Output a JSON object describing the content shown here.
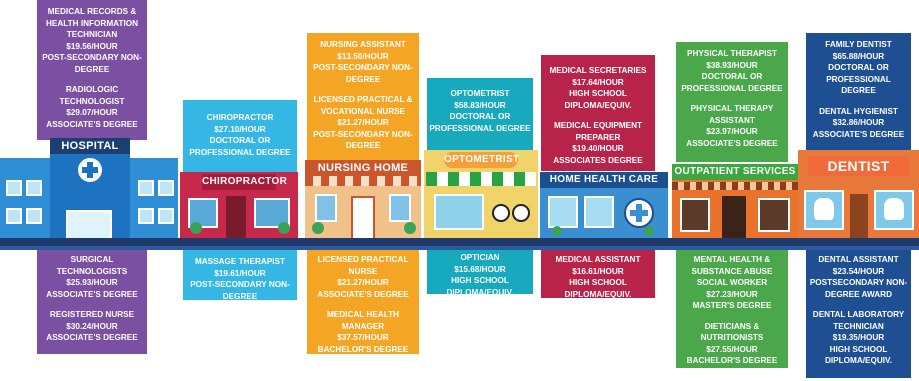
{
  "colors": {
    "purple": "#7b4fa2",
    "cyan": "#35b7e5",
    "orange": "#f5a524",
    "teal": "#17a9bd",
    "crimson": "#b8234a",
    "green": "#4aa84a",
    "navy": "#1f4f93",
    "street": "#1f3a6b"
  },
  "buildings": {
    "hospital": "HOSPITAL",
    "chiropractor": "CHIROPRACTOR",
    "nursing_home": "NURSING HOME",
    "optometrist": "OPTOMETRIST",
    "home_health_care": "HOME HEALTH CARE",
    "outpatient_services": "OUTPATIENT SERVICES",
    "dentist": "DENTIST"
  },
  "hospital": {
    "top": [
      {
        "title": "MEDICAL RECORDS & HEALTH INFORMATION TECHNICIAN",
        "wage": "$19.56/HOUR",
        "edu": "POST-SECONDARY NON-DEGREE"
      },
      {
        "title": "RADIOLOGIC TECHNOLOGIST",
        "wage": "$29.07/HOUR",
        "edu": "ASSOCIATE'S DEGREE"
      }
    ],
    "bottom": [
      {
        "title": "SURGICAL TECHNOLOGISTS",
        "wage": "$25.93/HOUR",
        "edu": "ASSOCIATE'S DEGREE"
      },
      {
        "title": "REGISTERED NURSE",
        "wage": "$30.24/HOUR",
        "edu": "ASSOCIATE'S DEGREE"
      }
    ]
  },
  "chiropractor": {
    "top": [
      {
        "title": "CHIROPRACTOR",
        "wage": "$27.10/HOUR",
        "edu": "DOCTORAL OR PROFESSIONAL DEGREE"
      }
    ],
    "bottom": [
      {
        "title": "MASSAGE THERAPIST",
        "wage": "$19.61/HOUR",
        "edu": "POST-SECONDARY NON-DEGREE"
      }
    ]
  },
  "nursing_home": {
    "top": [
      {
        "title": "NURSING ASSISTANT",
        "wage": "$13.50/HOUR",
        "edu": "POST-SECONDARY NON-DEGREE"
      },
      {
        "title": "LICENSED PRACTICAL & VOCATIONAL NURSE",
        "wage": "$21.27/HOUR",
        "edu": "POST-SECONDARY NON-DEGREE"
      }
    ],
    "bottom": [
      {
        "title": "LICENSED PRACTICAL NURSE",
        "wage": "$21.27/HOUR",
        "edu": "ASSOCIATE'S DEGREE"
      },
      {
        "title": "MEDICAL HEALTH MANAGER",
        "wage": "$37.57/HOUR",
        "edu": "BACHELOR'S DEGREE"
      }
    ]
  },
  "optometrist": {
    "top": [
      {
        "title": "OPTOMETRIST",
        "wage": "$58.83/HOUR",
        "edu": "DOCTORAL OR PROFESSIONAL DEGREE"
      }
    ],
    "bottom": [
      {
        "title": "OPTICIAN",
        "wage": "$15.68/HOUR",
        "edu": "HIGH SCHOOL DIPLOMA/EQUIV."
      }
    ]
  },
  "home_health_care": {
    "top": [
      {
        "title": "MEDICAL SECRETARIES",
        "wage": "$17.64/HOUR",
        "edu": "HIGH SCHOOL DIPLOMA/EQUIV."
      },
      {
        "title": "MEDICAL EQUIPMENT PREPARER",
        "wage": "$19.40/HOUR",
        "edu": "ASSOCIATES DEGREE"
      }
    ],
    "bottom": [
      {
        "title": "MEDICAL ASSISTANT",
        "wage": "$16.61/HOUR",
        "edu": "HIGH SCHOOL DIPLOMA/EQUIV."
      }
    ]
  },
  "outpatient": {
    "top": [
      {
        "title": "PHYSICAL THERAPIST",
        "wage": "$38.93/HOUR",
        "edu": "DOCTORAL OR PROFESSIONAL DEGREE"
      },
      {
        "title": "PHYSICAL THERAPY ASSISTANT",
        "wage": "$23.97/HOUR",
        "edu": "ASSOCIATE'S DEGREE"
      }
    ],
    "bottom": [
      {
        "title": "MENTAL HEALTH & SUBSTANCE ABUSE SOCIAL WORKER",
        "wage": "$27.23/HOUR",
        "edu": "MASTER'S DEGREE"
      },
      {
        "title": "DIETICIANS & NUTRITIONISTS",
        "wage": "$27.55/HOUR",
        "edu": "BACHELOR'S DEGREE"
      }
    ]
  },
  "dentist": {
    "top": [
      {
        "title": "FAMILY DENTIST",
        "wage": "$65.88/HOUR",
        "edu": "DOCTORAL OR PROFESSIONAL DEGREE"
      },
      {
        "title": "DENTAL HYGIENIST",
        "wage": "$32.86/HOUR",
        "edu": "ASSOCIATE'S DEGREE"
      }
    ],
    "bottom": [
      {
        "title": "DENTAL ASSISTANT",
        "wage": "$23.54/HOUR",
        "edu": "POSTSECONDARY NON-DEGREE AWARD"
      },
      {
        "title": "DENTAL LABORATORY TECHNICIAN",
        "wage": "$19.35/HOUR",
        "edu": "HIGH SCHOOL DIPLOMA/EQUIV."
      }
    ]
  }
}
